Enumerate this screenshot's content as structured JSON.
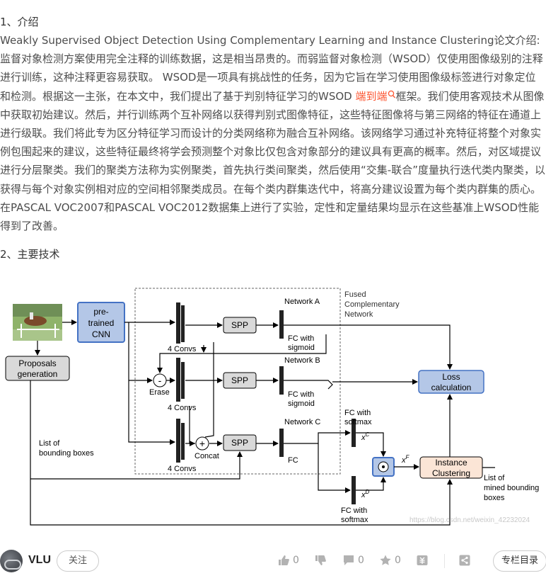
{
  "article": {
    "section1_title": "1、介绍",
    "para_1": "Weakly Supervised Object Detection Using Complementary Learning and Instance Clustering论文介绍:监督对象检测方案使用完全注释的训练数据，这是相当昂贵的。而弱监督对象检测（WSOD）仅使用图像级别的注释进行训练，这种注释更容易获取。 WSOD是一项具有挑战性的任务，因为它旨在学习使用图像级标签进行对象定位和检测。根据这一主张，在本文中，我们提出了基于判别特征学习的WSOD ",
    "link_text": "端到端",
    "para_2": "框架。我们使用客观技术从图像中获取初始建议。然后，并行训练两个互补网络以获得判别式图像特征，这些特征图像将与第三网络的特征在通道上进行级联。我们将此专为区分特征学习而设计的分类网络称为融合互补网络。该网络学习通过补充特征将整个对象实例包围起来的建议，这些特征最终将学会预测整个对象比仅包含对象部分的建议具有更高的概率。然后，对区域提议进行分层聚类。我们的聚类方法称为实例聚类，首先执行类间聚类，然后使用“交集-联合”度量执行迭代类内聚类，以获得与每个对象实例相对应的空间相邻聚类成员。在每个类内群集迭代中，将高分建议设置为每个类内群集的质心。在PASCAL VOC2007和PASCAL VOC2012数据集上进行了实验，定性和定量结果均显示在这些基准上WSOD性能得到了改善。",
    "section2_title": "2、主要技术"
  },
  "diagram": {
    "pretrained_l1": "pre-",
    "pretrained_l2": "trained",
    "pretrained_l3": "CNN",
    "proposals_l1": "Proposals",
    "proposals_l2": "generation",
    "fused_l1": "Fused",
    "fused_l2": "Complementary",
    "fused_l3": "Network",
    "network_a": "Network A",
    "network_b": "Network B",
    "network_c": "Network C",
    "spp": "SPP",
    "four_convs": "4 Convs",
    "fc_sigmoid_l1": "FC with",
    "fc_sigmoid_l2": "sigmoid",
    "fc": "FC",
    "fc_softmax_l1": "FC with",
    "fc_softmax_l2": "softmax",
    "erase": "Erase",
    "concat": "Concat",
    "loss_l1": "Loss",
    "loss_l2": "calculation",
    "instance_l1": "Instance",
    "instance_l2": "Clustering",
    "bbox_l1": "List of",
    "bbox_l2": "bounding boxes",
    "mined_l1": "List of",
    "mined_l2": "mined bounding",
    "mined_l3": "boxes",
    "xc": "x",
    "xc_sup": "C",
    "xd": "x",
    "xd_sup": "D",
    "xf": "x",
    "xf_sup": "F",
    "minus": "-",
    "plus": "+",
    "watermark": "https://blog.csdn.net/weixin_42232024"
  },
  "footer": {
    "username": "VLU",
    "follow_label": "关注",
    "like_count": "0",
    "comment_count": "0",
    "favorite_count": "0",
    "catalog_label": "专栏目录",
    "icons": [
      "thumbs-up-icon",
      "thumbs-down-icon",
      "comment-icon",
      "star-icon",
      "coin-icon",
      "share-icon"
    ]
  },
  "colors": {
    "link": "#fc5531",
    "blue_box": "#b4c7e7",
    "blue_border": "#4472c4",
    "peach_box": "#fbe5d6",
    "gray_box": "#d9d9d9"
  }
}
